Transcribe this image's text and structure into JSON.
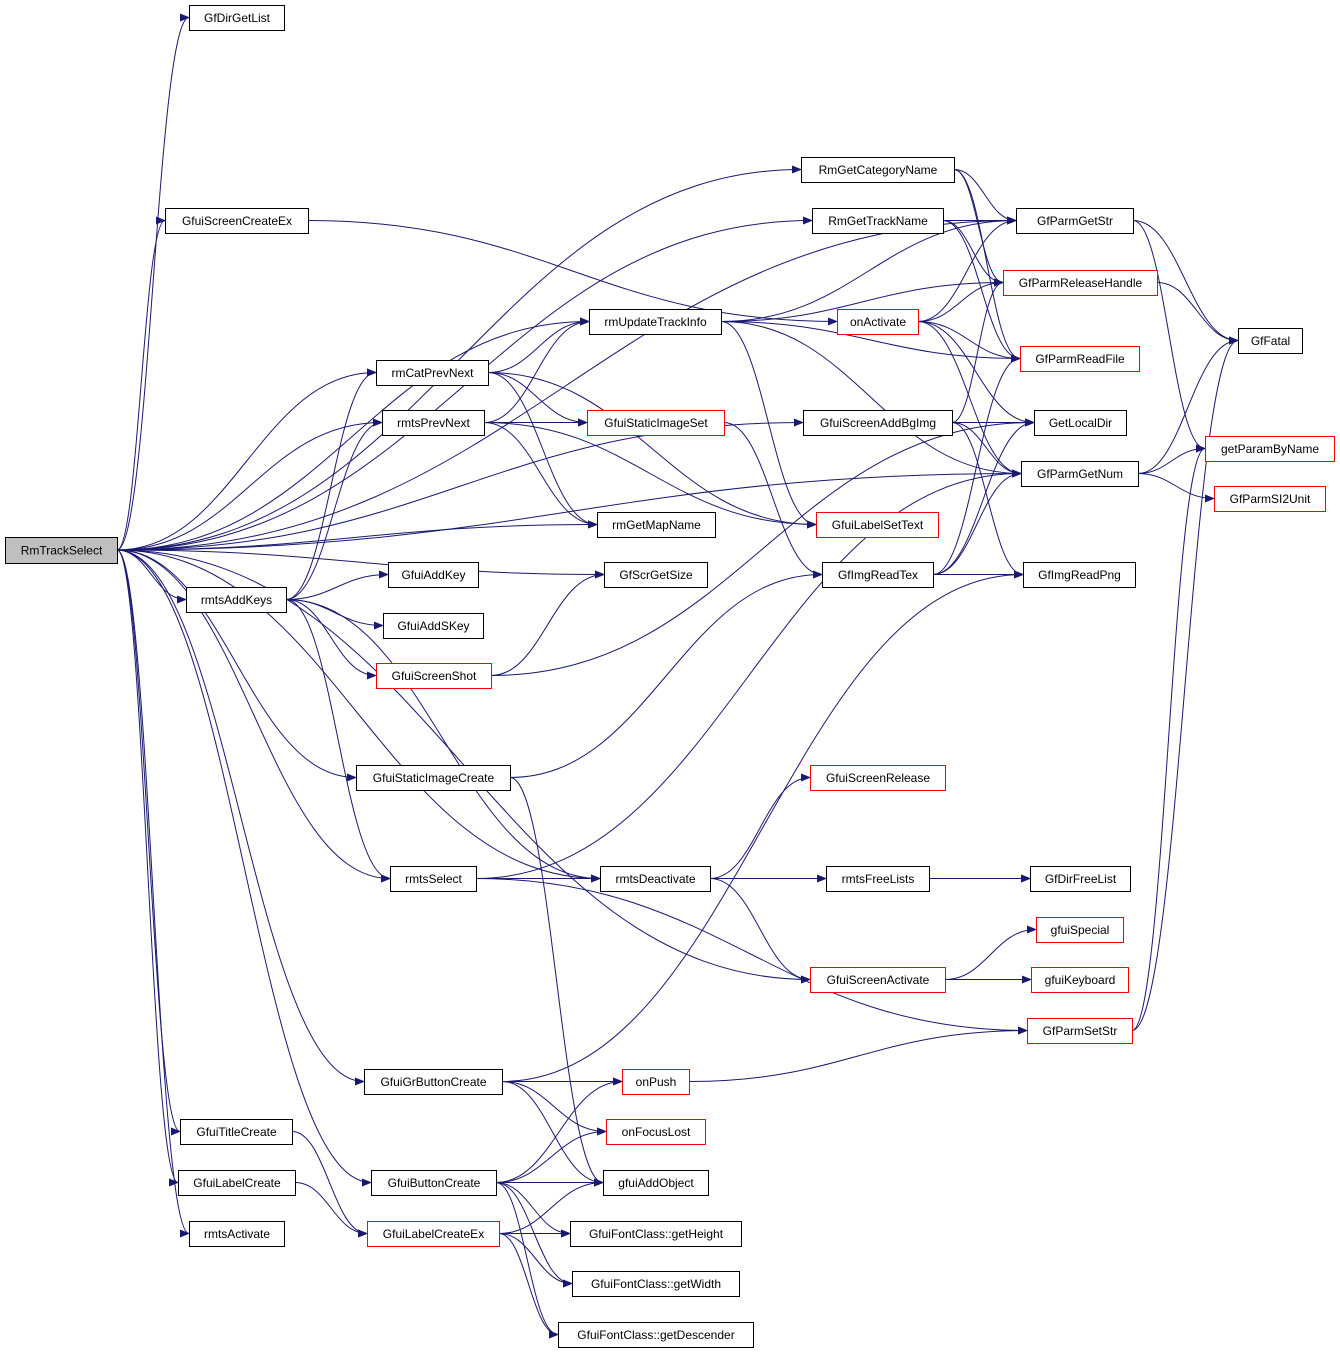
{
  "colors": {
    "edge": "#191970",
    "node_border": "#000000",
    "incomplete_border": "#ff0000",
    "root_fill": "#bfbfbf"
  },
  "root": "RmTrackSelect",
  "nodes": [
    {
      "label": "RmTrackSelect",
      "status": "root"
    },
    {
      "label": "GfDirGetList",
      "status": "normal"
    },
    {
      "label": "GfuiScreenCreateEx",
      "status": "normal"
    },
    {
      "label": "RmGetCategoryName",
      "status": "normal"
    },
    {
      "label": "RmGetTrackName",
      "status": "normal"
    },
    {
      "label": "GfParmGetStr",
      "status": "normal"
    },
    {
      "label": "GfParmReleaseHandle",
      "status": "truncated"
    },
    {
      "label": "onActivate",
      "status": "truncated"
    },
    {
      "label": "rmUpdateTrackInfo",
      "status": "normal"
    },
    {
      "label": "GfFatal",
      "status": "normal"
    },
    {
      "label": "GfParmReadFile",
      "status": "truncated"
    },
    {
      "label": "rmCatPrevNext",
      "status": "normal"
    },
    {
      "label": "rmtsPrevNext",
      "status": "normal"
    },
    {
      "label": "GfuiStaticImageSet",
      "status": "truncated"
    },
    {
      "label": "GfuiScreenAddBgImg",
      "status": "normal"
    },
    {
      "label": "GetLocalDir",
      "status": "normal"
    },
    {
      "label": "GfParmGetNum",
      "status": "normal"
    },
    {
      "label": "getParamByName",
      "status": "truncated"
    },
    {
      "label": "GfParmSI2Unit",
      "status": "truncated"
    },
    {
      "label": "rmGetMapName",
      "status": "normal"
    },
    {
      "label": "GfuiLabelSetText",
      "status": "truncated"
    },
    {
      "label": "GfScrGetSize",
      "status": "normal"
    },
    {
      "label": "GfImgReadTex",
      "status": "normal"
    },
    {
      "label": "GfImgReadPng",
      "status": "normal"
    },
    {
      "label": "rmtsAddKeys",
      "status": "normal"
    },
    {
      "label": "GfuiAddKey",
      "status": "normal"
    },
    {
      "label": "GfuiAddSKey",
      "status": "normal"
    },
    {
      "label": "GfuiScreenShot",
      "status": "truncated"
    },
    {
      "label": "GfuiStaticImageCreate",
      "status": "normal"
    },
    {
      "label": "GfuiScreenRelease",
      "status": "truncated"
    },
    {
      "label": "rmtsSelect",
      "status": "normal"
    },
    {
      "label": "rmtsDeactivate",
      "status": "normal"
    },
    {
      "label": "rmtsFreeLists",
      "status": "normal"
    },
    {
      "label": "GfDirFreeList",
      "status": "normal"
    },
    {
      "label": "gfuiSpecial",
      "status": "truncated"
    },
    {
      "label": "GfuiScreenActivate",
      "status": "truncated"
    },
    {
      "label": "gfuiKeyboard",
      "status": "truncated"
    },
    {
      "label": "GfParmSetStr",
      "status": "truncated"
    },
    {
      "label": "GfuiGrButtonCreate",
      "status": "normal"
    },
    {
      "label": "onPush",
      "status": "truncated"
    },
    {
      "label": "GfuiTitleCreate",
      "status": "normal"
    },
    {
      "label": "onFocusLost",
      "status": "truncated"
    },
    {
      "label": "GfuiLabelCreate",
      "status": "normal"
    },
    {
      "label": "GfuiButtonCreate",
      "status": "normal"
    },
    {
      "label": "gfuiAddObject",
      "status": "normal"
    },
    {
      "label": "rmtsActivate",
      "status": "normal"
    },
    {
      "label": "GfuiLabelCreateEx",
      "status": "truncated"
    },
    {
      "label": "GfuiFontClass::getHeight",
      "status": "normal"
    },
    {
      "label": "GfuiFontClass::getWidth",
      "status": "normal"
    },
    {
      "label": "GfuiFontClass::getDescender",
      "status": "normal"
    }
  ],
  "edges": [
    [
      0,
      1
    ],
    [
      0,
      2
    ],
    [
      0,
      3
    ],
    [
      0,
      4
    ],
    [
      0,
      5
    ],
    [
      0,
      8
    ],
    [
      0,
      11
    ],
    [
      0,
      12
    ],
    [
      0,
      14
    ],
    [
      0,
      19
    ],
    [
      0,
      21
    ],
    [
      0,
      24
    ],
    [
      0,
      28
    ],
    [
      0,
      30
    ],
    [
      0,
      31
    ],
    [
      0,
      35
    ],
    [
      0,
      38
    ],
    [
      0,
      40
    ],
    [
      0,
      42
    ],
    [
      0,
      43
    ],
    [
      0,
      45
    ],
    [
      0,
      16
    ],
    [
      2,
      7
    ],
    [
      3,
      5
    ],
    [
      3,
      6
    ],
    [
      3,
      10
    ],
    [
      4,
      5
    ],
    [
      4,
      6
    ],
    [
      4,
      10
    ],
    [
      5,
      9
    ],
    [
      5,
      17
    ],
    [
      6,
      9
    ],
    [
      7,
      5
    ],
    [
      7,
      6
    ],
    [
      7,
      10
    ],
    [
      7,
      15
    ],
    [
      7,
      16
    ],
    [
      8,
      5
    ],
    [
      8,
      6
    ],
    [
      8,
      10
    ],
    [
      8,
      16
    ],
    [
      8,
      20
    ],
    [
      11,
      8
    ],
    [
      11,
      13
    ],
    [
      11,
      19
    ],
    [
      11,
      20
    ],
    [
      12,
      8
    ],
    [
      12,
      13
    ],
    [
      12,
      19
    ],
    [
      12,
      20
    ],
    [
      13,
      22
    ],
    [
      14,
      15
    ],
    [
      14,
      16
    ],
    [
      14,
      23
    ],
    [
      14,
      6
    ],
    [
      16,
      9
    ],
    [
      16,
      17
    ],
    [
      16,
      18
    ],
    [
      22,
      23
    ],
    [
      22,
      16
    ],
    [
      22,
      10
    ],
    [
      22,
      15
    ],
    [
      24,
      11
    ],
    [
      24,
      12
    ],
    [
      24,
      25
    ],
    [
      24,
      26
    ],
    [
      24,
      27
    ],
    [
      24,
      30
    ],
    [
      24,
      31
    ],
    [
      27,
      21
    ],
    [
      27,
      15
    ],
    [
      28,
      22
    ],
    [
      28,
      44
    ],
    [
      30,
      31
    ],
    [
      30,
      37
    ],
    [
      30,
      16
    ],
    [
      31,
      29
    ],
    [
      31,
      32
    ],
    [
      31,
      33
    ],
    [
      31,
      35
    ],
    [
      32,
      33
    ],
    [
      35,
      34
    ],
    [
      35,
      36
    ],
    [
      37,
      9
    ],
    [
      37,
      17
    ],
    [
      38,
      39
    ],
    [
      38,
      41
    ],
    [
      38,
      44
    ],
    [
      38,
      23
    ],
    [
      39,
      37
    ],
    [
      40,
      46
    ],
    [
      42,
      46
    ],
    [
      43,
      39
    ],
    [
      43,
      41
    ],
    [
      43,
      44
    ],
    [
      43,
      47
    ],
    [
      43,
      48
    ],
    [
      43,
      49
    ],
    [
      46,
      44
    ],
    [
      46,
      47
    ],
    [
      46,
      48
    ],
    [
      46,
      49
    ]
  ]
}
